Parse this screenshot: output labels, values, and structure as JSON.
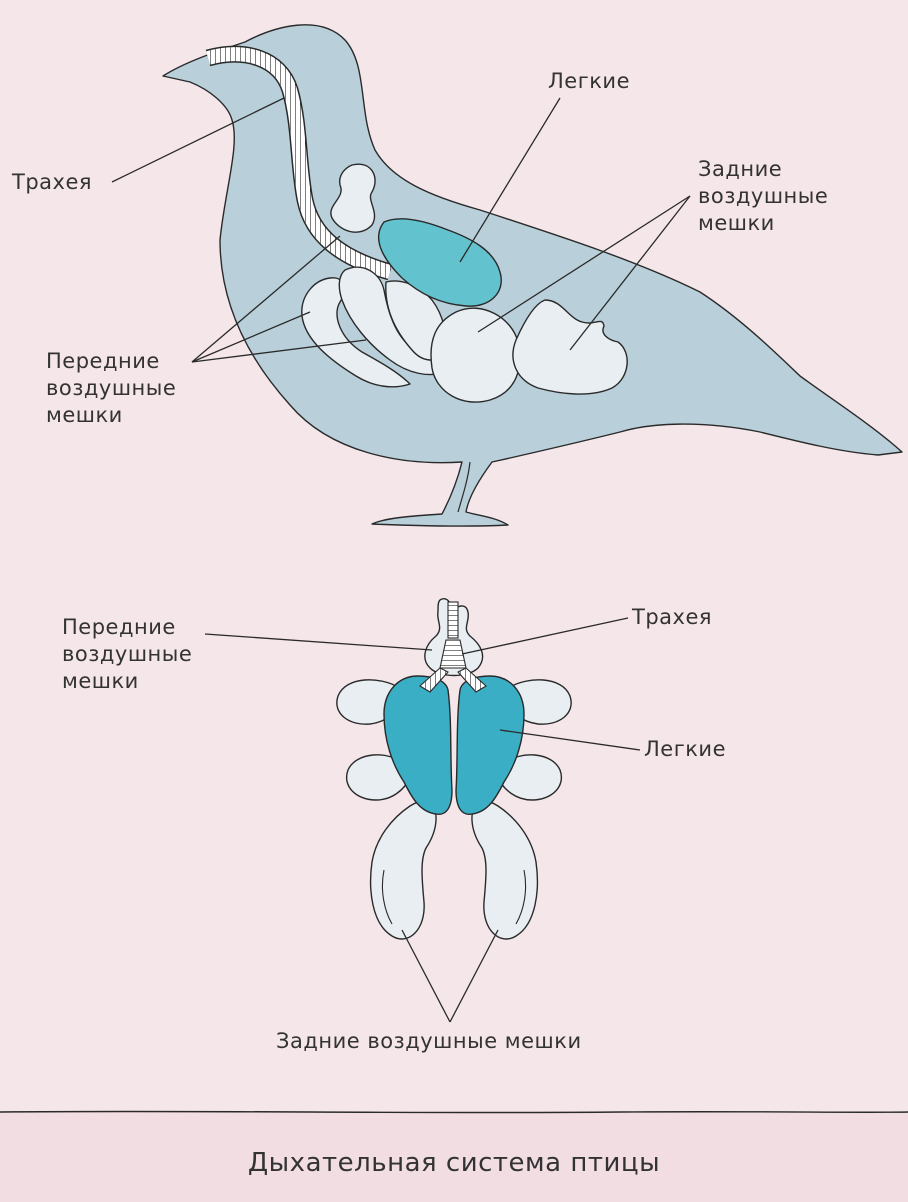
{
  "colors": {
    "background": "#f5e6e9",
    "footer": "#f2dde3",
    "body": "#b9d0da",
    "lung": "#62c2cd",
    "lung_bottom": "#3aaec5",
    "air_sac": "#e8eef1",
    "outline": "#2a2a2a"
  },
  "side_view": {
    "trachea": "Трахея",
    "lungs": "Легкие",
    "posterior_air_sacs": [
      "Задние",
      "воздушные",
      "мешки"
    ],
    "anterior_air_sacs": [
      "Передние",
      "воздушные",
      "мешки"
    ]
  },
  "ventral_view": {
    "anterior_air_sacs": [
      "Передние",
      "воздушные",
      "мешки"
    ],
    "trachea": "Трахея",
    "lungs": "Легкие",
    "posterior_air_sacs": "Задние воздушные мешки"
  },
  "caption": "Дыхательная система птицы"
}
